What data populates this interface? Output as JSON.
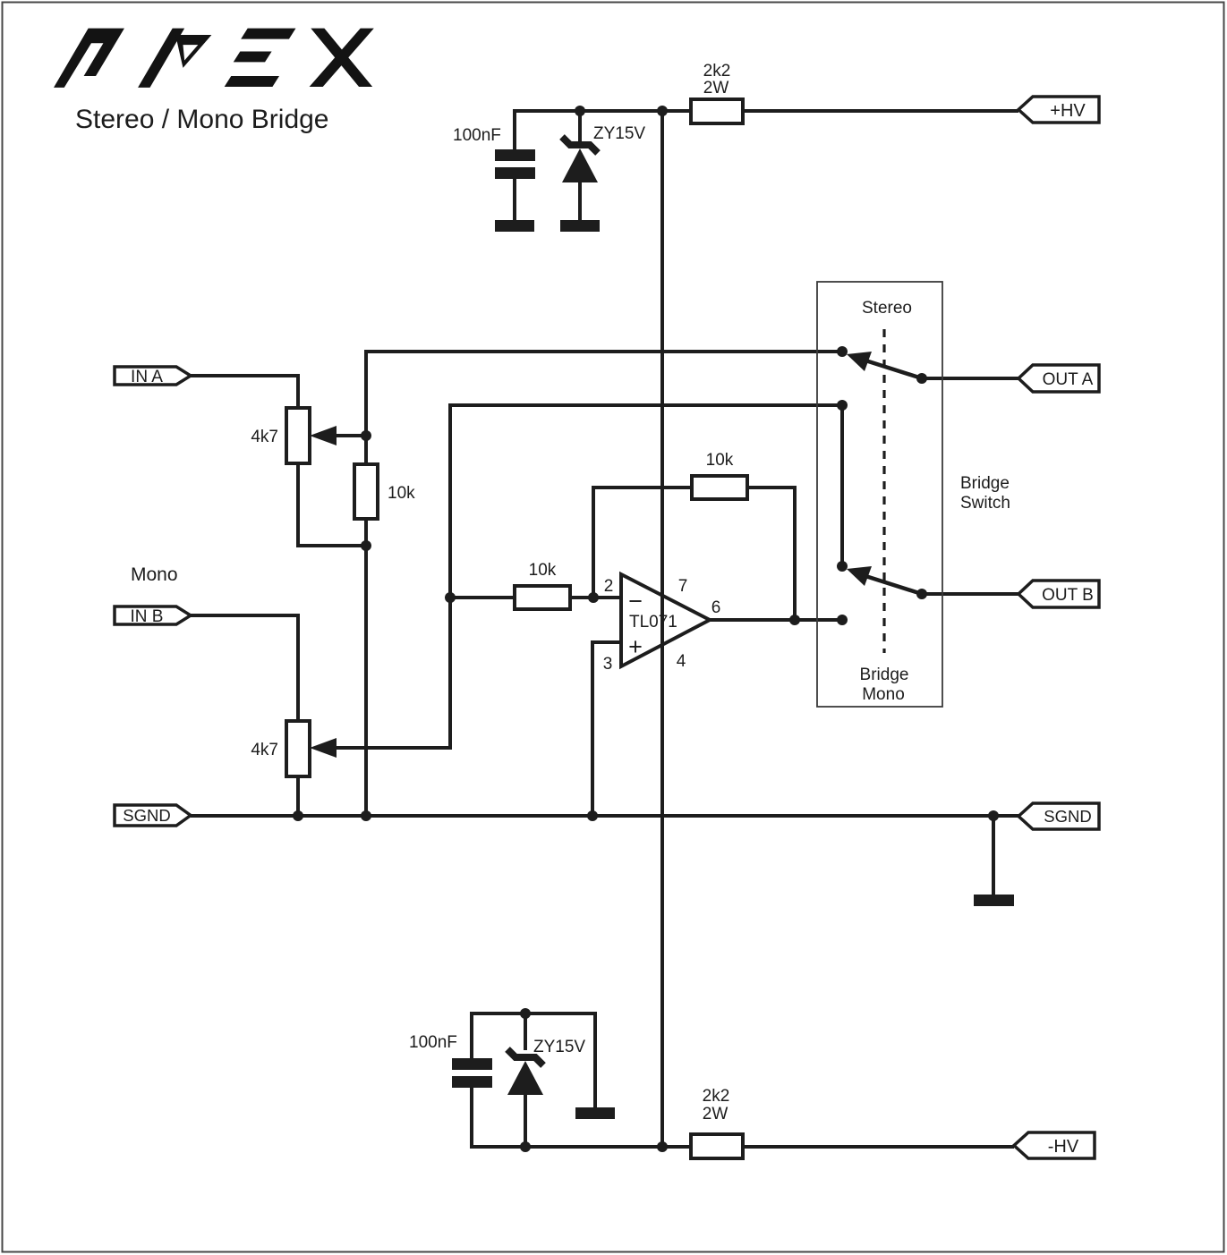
{
  "brand": {
    "logo": "APEX",
    "subtitle": "Stereo / Mono Bridge"
  },
  "terminals": {
    "hv_plus": "+HV",
    "hv_minus": "-HV",
    "in_a": "IN A",
    "in_b": "IN B",
    "out_a": "OUT A",
    "out_b": "OUT B",
    "sgnd_left": "SGND",
    "sgnd_right": "SGND"
  },
  "annotations": {
    "mono_note": "Mono"
  },
  "psu_top": {
    "cap": "100nF",
    "zener": "ZY15V",
    "res_value": "2k2",
    "res_power": "2W"
  },
  "psu_bottom": {
    "cap": "100nF",
    "zener": "ZY15V",
    "res_value": "2k2",
    "res_power": "2W"
  },
  "input_a": {
    "pot": "4k7",
    "shunt_res": "10k"
  },
  "input_b": {
    "pot": "4k7"
  },
  "opamp": {
    "part": "TL071",
    "input_res": "10k",
    "feedback_res": "10k",
    "pin_inv": "2",
    "pin_noninv": "3",
    "pin_vplus": "7",
    "pin_vminus": "4",
    "pin_out": "6",
    "sign_minus": "−",
    "sign_plus": "+"
  },
  "bridge_switch": {
    "pos_stereo": "Stereo",
    "pos_bridge_line1": "Bridge",
    "pos_bridge_line2": "Mono",
    "name_line1": "Bridge",
    "name_line2": "Switch"
  }
}
